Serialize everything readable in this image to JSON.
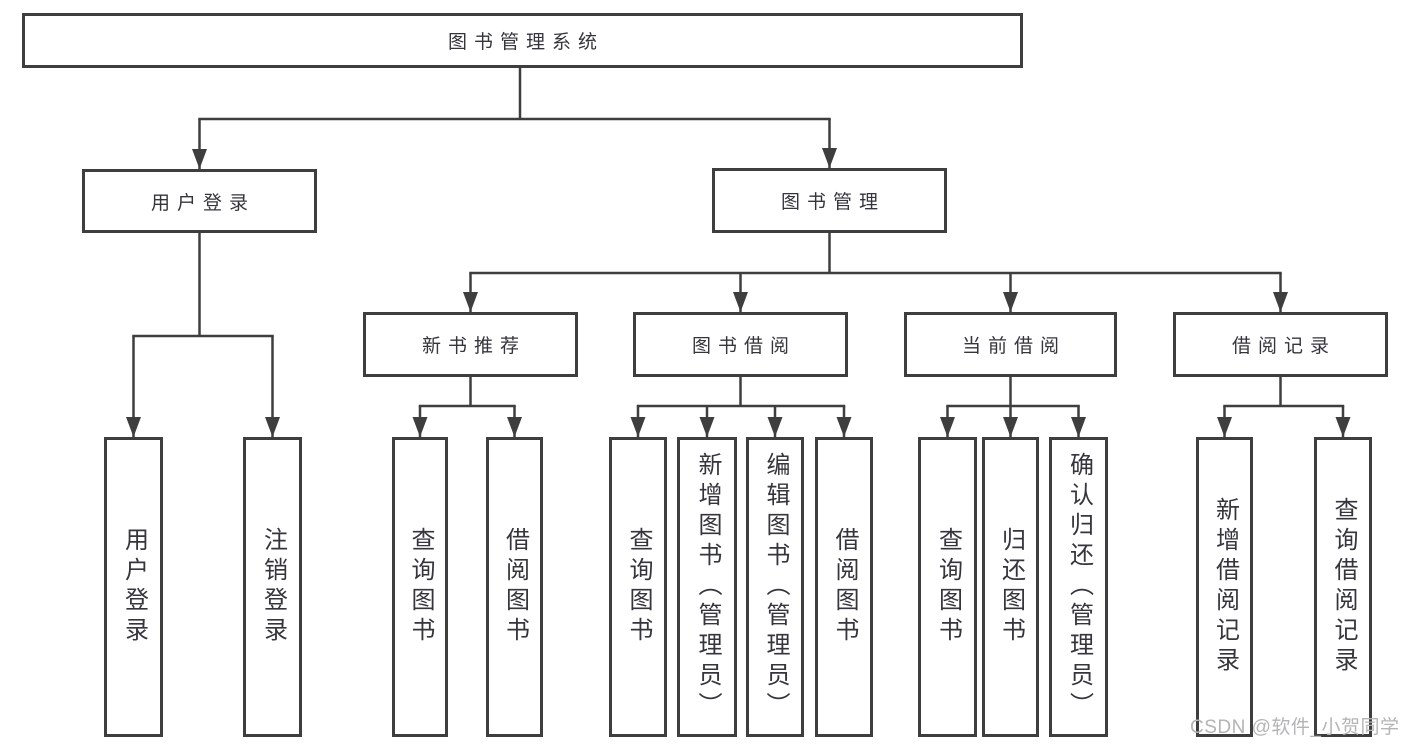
{
  "diagram_title": "图书管理系统",
  "tree": {
    "label": "图书管理系统",
    "children": [
      {
        "label": "用户登录",
        "children": [
          {
            "label": "用户登录"
          },
          {
            "label": "注销登录"
          }
        ]
      },
      {
        "label": "图书管理",
        "children": [
          {
            "label": "新书推荐",
            "children": [
              {
                "label": "查询图书"
              },
              {
                "label": "借阅图书"
              }
            ]
          },
          {
            "label": "图书借阅",
            "children": [
              {
                "label": "查询图书"
              },
              {
                "label": "新增图书（管理员）"
              },
              {
                "label": "编辑图书（管理员）"
              },
              {
                "label": "借阅图书"
              }
            ]
          },
          {
            "label": "当前借阅",
            "children": [
              {
                "label": "查询图书"
              },
              {
                "label": "归还图书"
              },
              {
                "label": "确认归还（管理员）"
              }
            ]
          },
          {
            "label": "借阅记录",
            "children": [
              {
                "label": "新增借阅记录"
              },
              {
                "label": "查询借阅记录"
              }
            ]
          }
        ]
      }
    ]
  },
  "watermark": {
    "text": "CSDN @软件_小贺同学",
    "color": "#b4b4b6"
  },
  "colors": {
    "background": "#ffffff",
    "line": "#3e3e3e",
    "box_border": "#3e3e3e",
    "text": "#35353d"
  }
}
